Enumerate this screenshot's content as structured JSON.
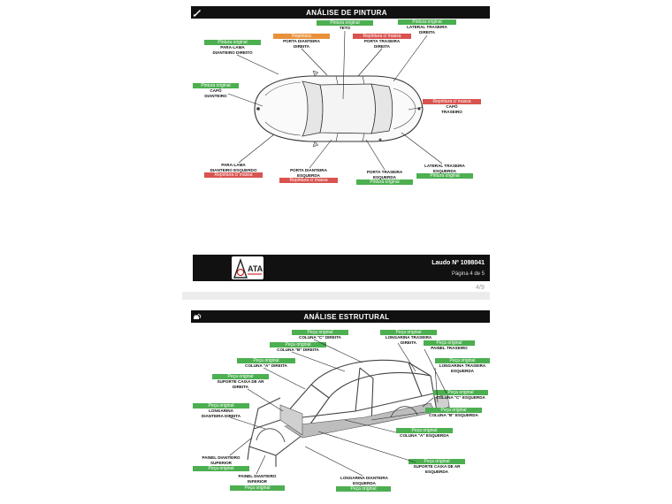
{
  "paint": {
    "title": "ANÁLISE DE PINTURA",
    "items": [
      {
        "tag": "Pintura original",
        "color": "g",
        "label": "TETO"
      },
      {
        "tag": "Pintura original",
        "color": "g",
        "label": "LATERAL TRASEIRA\nDIREITA"
      },
      {
        "tag": "Pintura original",
        "color": "g",
        "label": "PARA-LAMA\nDIANTEIRO DIREITO"
      },
      {
        "tag": "Repintura",
        "color": "o",
        "label": "PORTA DIANTEIRA\nDIREITA"
      },
      {
        "tag": "Repintura c/ massa",
        "color": "r",
        "label": "PORTA TRASEIRA\nDIREITA"
      },
      {
        "tag": "Pintura original",
        "color": "g",
        "label": "CAPÔ\nDIANTEIRO"
      },
      {
        "tag": "Repintura c/ massa",
        "color": "r",
        "label": "CAPÔ\nTRASEIRO"
      },
      {
        "tag": "Repintura c/ massa",
        "color": "r",
        "label": "PARA-LAMA\nDIANTEIRO ESQUERDO"
      },
      {
        "tag": "Repintura c/ massa",
        "color": "r",
        "label": "PORTA DIANTEIRA\nESQUERDA"
      },
      {
        "tag": "Pintura original",
        "color": "g",
        "label": "PORTA TRASEIRA\nESQUERDA"
      },
      {
        "tag": "Pintura original",
        "color": "g",
        "label": "LATERAL TRASEIRA\nESQUERDA"
      }
    ]
  },
  "footer": {
    "logo": "ATA",
    "report": "Laudo Nº 1098041",
    "page": "Página 4 de 5"
  },
  "pager": "4/9",
  "structure": {
    "title": "ANÁLISE ESTRUTURAL",
    "items": [
      {
        "tag": "Peça original",
        "label": "COLUNA \"C\" DIREITA"
      },
      {
        "tag": "Peça original",
        "label": "LONGARINA TRASEIRA\nDIREITA"
      },
      {
        "tag": "Peça original",
        "label": "COLUNA \"B\" DIREITA"
      },
      {
        "tag": "Peça original",
        "label": "PAINEL TRASEIRO"
      },
      {
        "tag": "Peça original",
        "label": "COLUNA \"A\" DIREITA"
      },
      {
        "tag": "Peça original",
        "label": "LONGARINA TRASEIRA\nESQUERDA"
      },
      {
        "tag": "Peça original",
        "label": "SUPORTE CAIXA DE AR\nDIREITA"
      },
      {
        "tag": "Peça original",
        "label": "COLUNA \"C\" ESQUERDA"
      },
      {
        "tag": "Peça original",
        "label": "LONGARINA\nDIANTEIRA DIREITA"
      },
      {
        "tag": "Peça original",
        "label": "COLUNA \"B\" ESQUERDA"
      },
      {
        "tag": "Peça original",
        "label": "COLUNA \"A\" ESQUERDA"
      },
      {
        "tag": "Peça original",
        "label": "PAINEL DIANTEIRO\nSUPERIOR"
      },
      {
        "tag": "Peça original",
        "label": "SUPORTE CAIXA DE AR\nESQUERDA"
      },
      {
        "tag": "Peça original",
        "label": "PAINEL DIANTEIRO\nINFERIOR"
      },
      {
        "tag": "Peça original",
        "label": "LONGARINA DIANTEIRA\nESQUERDA"
      }
    ]
  }
}
